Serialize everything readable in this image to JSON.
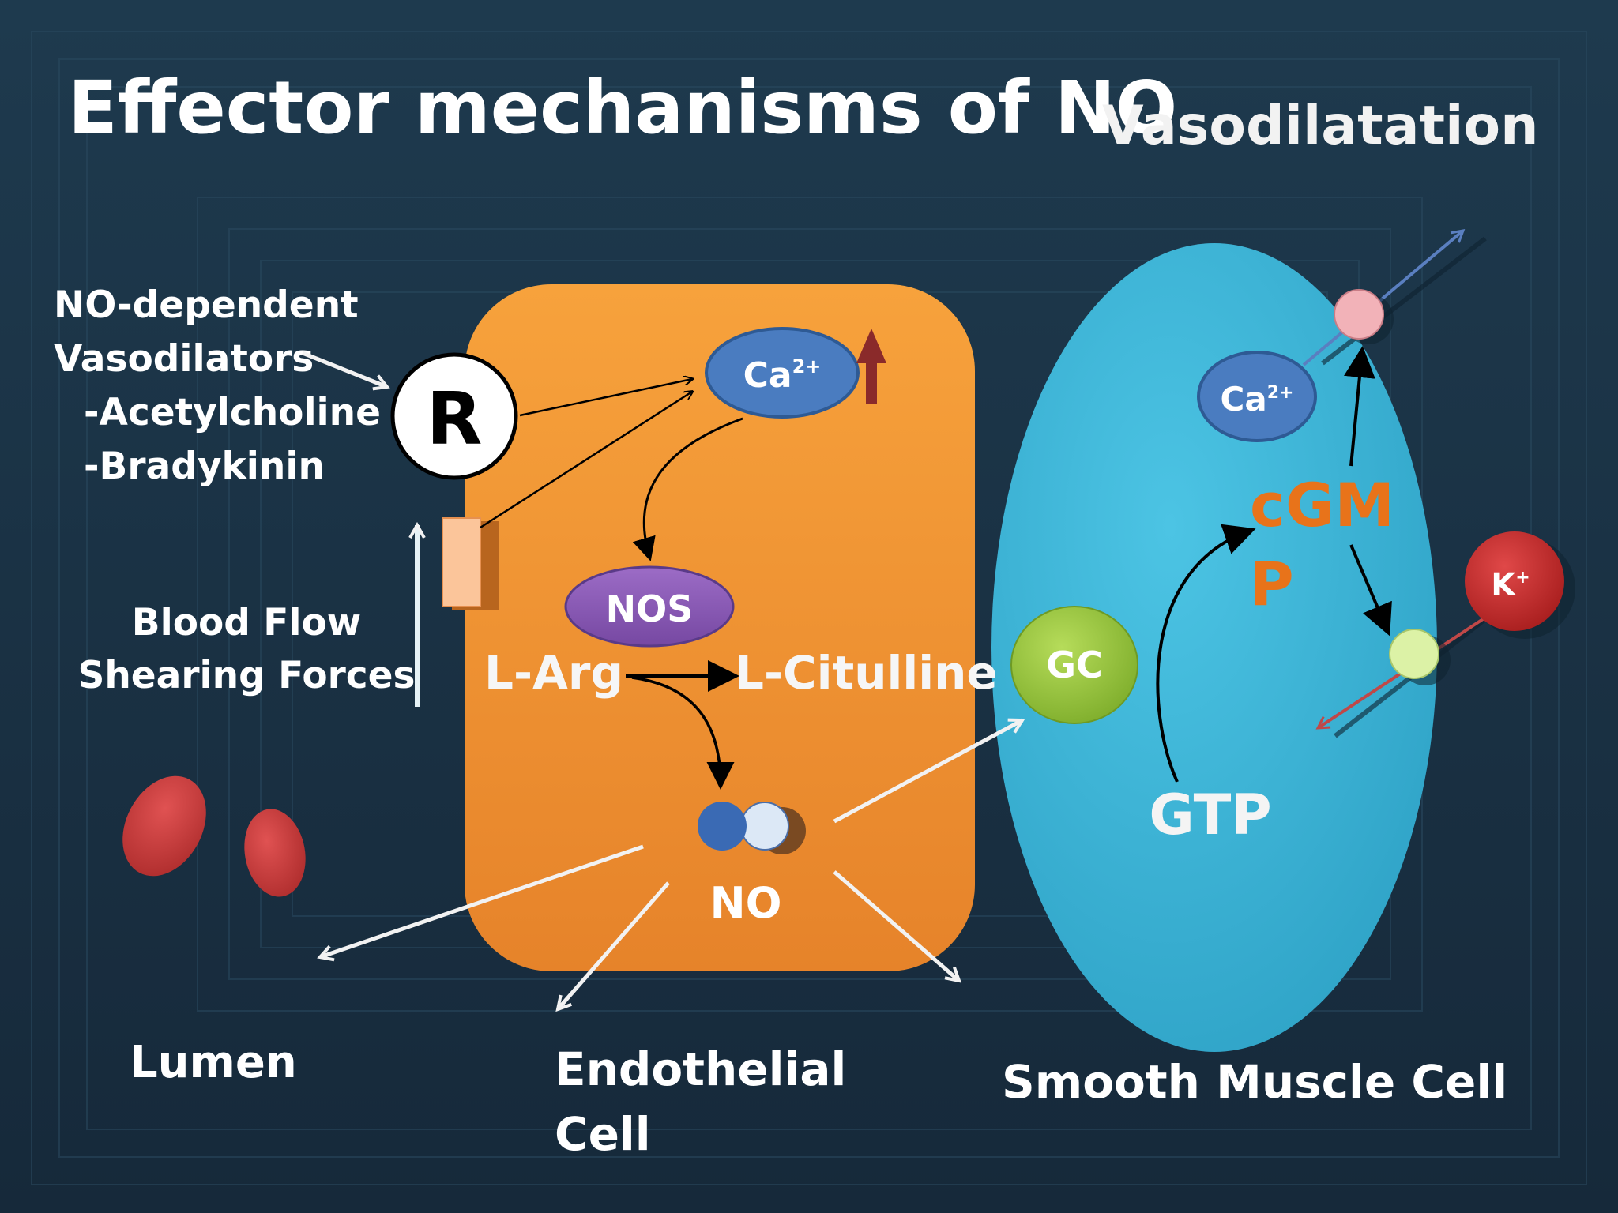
{
  "title": "Effector mechanisms of NO",
  "subtitle": "Vasodilatation",
  "vasodilators": {
    "heading_line1": "NO-dependent",
    "heading_line2": "Vasodilators",
    "item1": "-Acetylcholine",
    "item2": "-Bradykinin"
  },
  "receptor_label": "R",
  "blood_flow": {
    "line1": "Blood Flow",
    "line2": "Shearing  Forces"
  },
  "endothelial": {
    "ca_label": "Ca",
    "ca_charge": "2+",
    "nos_label": "NOS",
    "l_arg": "L-Arg",
    "l_citulline": "L-Citulline",
    "no_label": "NO"
  },
  "smooth_muscle": {
    "gc_label": "GC",
    "ca_label": "Ca",
    "ca_charge": "2+",
    "cgmp_line1": "cGM",
    "cgmp_line2": "P",
    "gtp_label": "GTP",
    "k_label": "K",
    "k_charge": "+"
  },
  "bottom_labels": {
    "lumen": "Lumen",
    "endothelial_line1": "Endothelial",
    "endothelial_line2": "Cell",
    "smooth_muscle": "Smooth Muscle Cell"
  },
  "colors": {
    "background": "#1b3447",
    "endothelial_cell": "#f0902c",
    "smooth_muscle_cell": "#3bb6d8",
    "ca_ion": "#4a7cc0",
    "nos": "#8a5bb4",
    "gc": "#96c43c",
    "k_ion": "#c42a2a",
    "cgmp": "#e8731a",
    "red_blood_cell": "#c83a3a"
  }
}
